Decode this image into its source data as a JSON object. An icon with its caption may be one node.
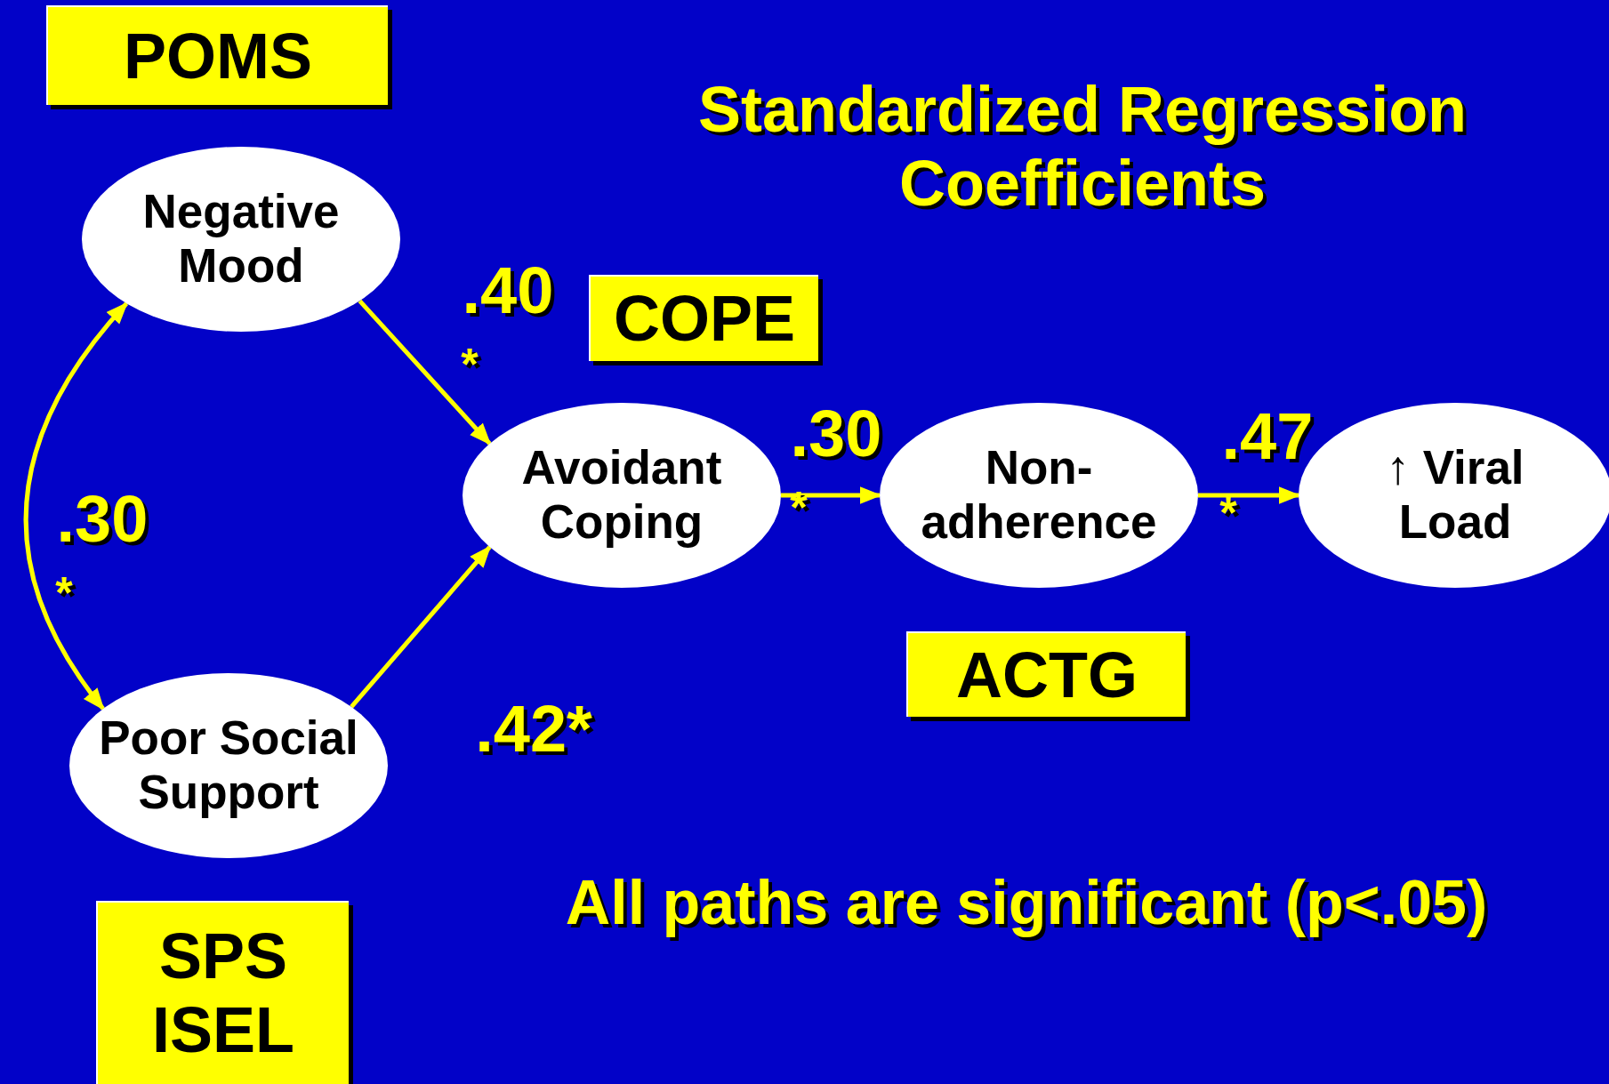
{
  "diagram": {
    "title": "Standardized Regression Coefficients",
    "nodes": [
      {
        "text": [
          "POMS"
        ]
      },
      {
        "text": [
          "Negative Mood"
        ]
      },
      {
        "text": [
          "COPE"
        ]
      },
      {
        "text": [
          "Avoidant Coping"
        ]
      },
      {
        "text": [
          "Non-adherence"
        ]
      },
      {
        "text": [
          "↑ Viral Load"
        ]
      },
      {
        "text": [
          "ACTG"
        ]
      },
      {
        "text": [
          "Poor Social Support"
        ]
      },
      {
        "text": [
          "SPS ISEL"
        ]
      }
    ],
    "edges": [
      {
        "from": 1,
        "to": 3,
        "arrow": "to",
        "label": ".40"
      },
      {
        "from": 1,
        "to": 7,
        "arrow": "both",
        "label": ".30"
      },
      {
        "from": 3,
        "to": 4,
        "arrow": "to",
        "label": ".30"
      },
      {
        "from": 4,
        "to": 5,
        "arrow": "to",
        "label": ".47"
      },
      {
        "from": 7,
        "to": 3,
        "arrow": "to",
        "label": ".42*"
      }
    ],
    "labels": [
      "*",
      "*",
      "*",
      "*",
      "All paths are significant (p<.05)"
    ]
  }
}
